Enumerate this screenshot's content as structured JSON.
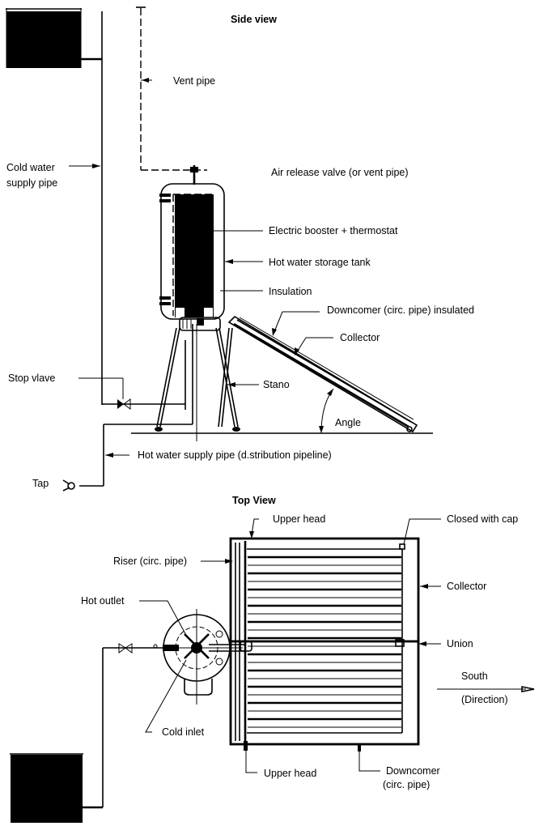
{
  "side_view": {
    "title": "Side view",
    "labels": {
      "vent_pipe": "Vent pipe",
      "cold_water_supply_line1": "Cold water",
      "cold_water_supply_line2": "supply pipe",
      "air_release_valve": "Air release valve (or vent pipe)",
      "electric_booster": "Electric booster + thermostat",
      "hot_water_tank": "Hot water storage tank",
      "insulation": "Insulation",
      "downcomer_insulated": "Downcomer (circ. pipe) insulated",
      "collector": "Collector",
      "stop_valve": "Stop vlave",
      "stand": "Stano",
      "angle": "Angle",
      "hot_water_supply": "Hot water supply pipe (d.stribution pipeline)",
      "tap": "Tap"
    }
  },
  "top_view": {
    "title": "Top View",
    "labels": {
      "upper_head_top": "Upper head",
      "closed_with_cap": "Closed with cap",
      "riser": "Riser (circ. pipe)",
      "collector": "Collector",
      "hot_outlet": "Hot outlet",
      "union": "Union",
      "south": "South",
      "direction": "(Direction)",
      "cold_inlet": "Cold inlet",
      "upper_head_bottom": "Upper head",
      "downcomer_line1": "Downcomer",
      "downcomer_line2": "(circ. pipe)"
    }
  }
}
